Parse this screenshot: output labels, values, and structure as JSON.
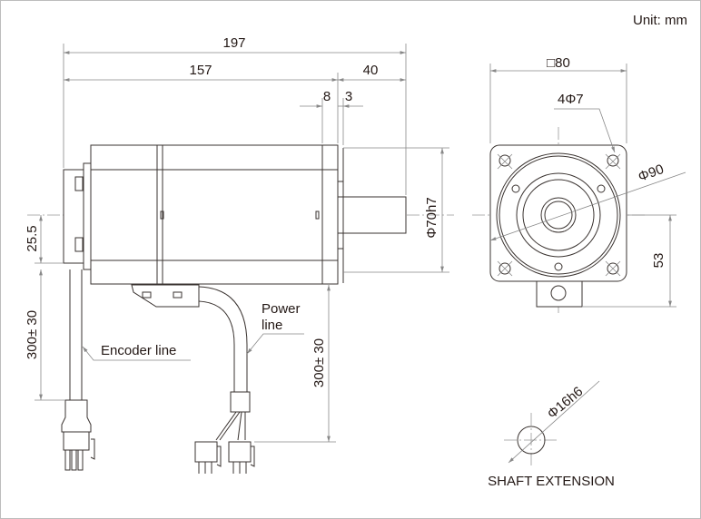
{
  "unit_label": "Unit: mm",
  "side_view": {
    "dim_total_length": "197",
    "dim_body_length": "157",
    "dim_shaft_length": "40",
    "dim_flange": "8",
    "dim_shaft_step": "3",
    "dim_pilot_diameter": "Φ70h7",
    "dim_encoder_offset": "25.5",
    "dim_encoder_cable": "300± 30",
    "dim_power_cable": "300± 30",
    "encoder_line_label": "Encoder line",
    "power_line_label_1": "Power",
    "power_line_label_2": "line"
  },
  "front_view": {
    "dim_square": "□80",
    "dim_holes": "4Φ7",
    "dim_bolt_circle": "Φ90",
    "dim_height": "53"
  },
  "shaft_extension": {
    "dim_shaft_diameter": "Φ16h6",
    "title": "SHAFT EXTENSION"
  }
}
